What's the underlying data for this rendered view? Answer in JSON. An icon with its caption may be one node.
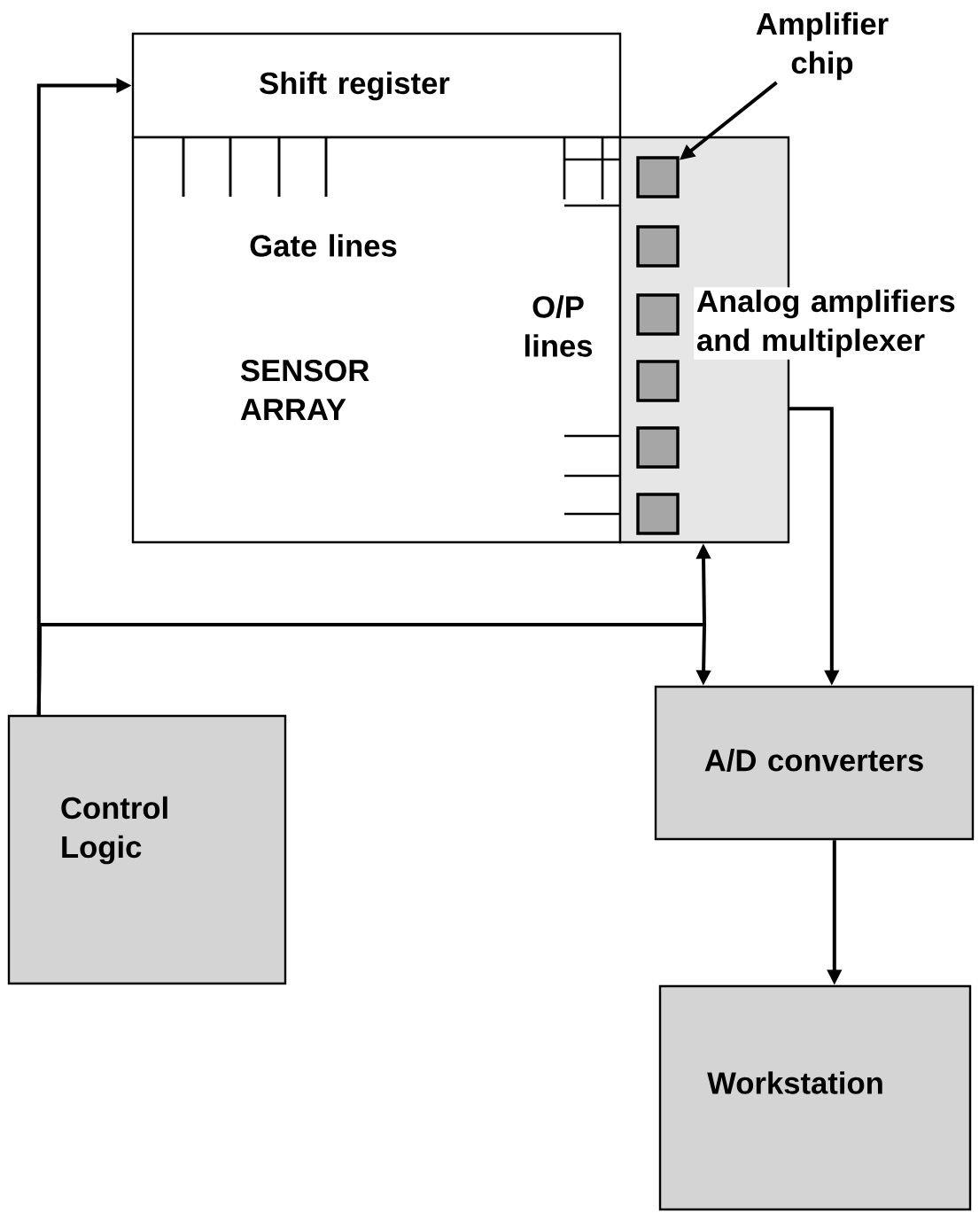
{
  "diagram": {
    "nodes": [
      {
        "text": [
          "Shift register"
        ]
      },
      {
        "text": [
          "SENSOR ARRAY"
        ]
      },
      {
        "text": [],
        "shape": "box"
      },
      {
        "text": [],
        "shape": "box",
        "in": 2
      },
      {
        "text": [],
        "shape": "box",
        "in": 2
      },
      {
        "text": [],
        "shape": "box",
        "in": 2
      },
      {
        "text": [],
        "shape": "box",
        "in": 2
      },
      {
        "text": [],
        "shape": "box",
        "in": 2
      },
      {
        "text": [],
        "shape": "box",
        "in": 2
      },
      {
        "text": [
          "Amplifier chip"
        ]
      },
      {
        "text": [
          "Control Logic"
        ]
      },
      {
        "text": [
          "A/D converters"
        ]
      },
      {
        "text": [
          "Workstation"
        ]
      }
    ],
    "edges": [
      {
        "from": 10,
        "to": 0,
        "arrow": "to"
      },
      {
        "from": 10,
        "to": 2,
        "arrow": "to"
      },
      {
        "from": 10,
        "to": 11,
        "arrow": "to"
      },
      {
        "from": 2,
        "to": 11,
        "arrow": "to"
      },
      {
        "from": 11,
        "to": 12,
        "arrow": "to"
      },
      {
        "from": 9,
        "to": 3,
        "arrow": "to"
      }
    ],
    "labels": [
      "Gate lines",
      "O/P lines",
      "Analog amplifiers and multiplexer"
    ]
  }
}
